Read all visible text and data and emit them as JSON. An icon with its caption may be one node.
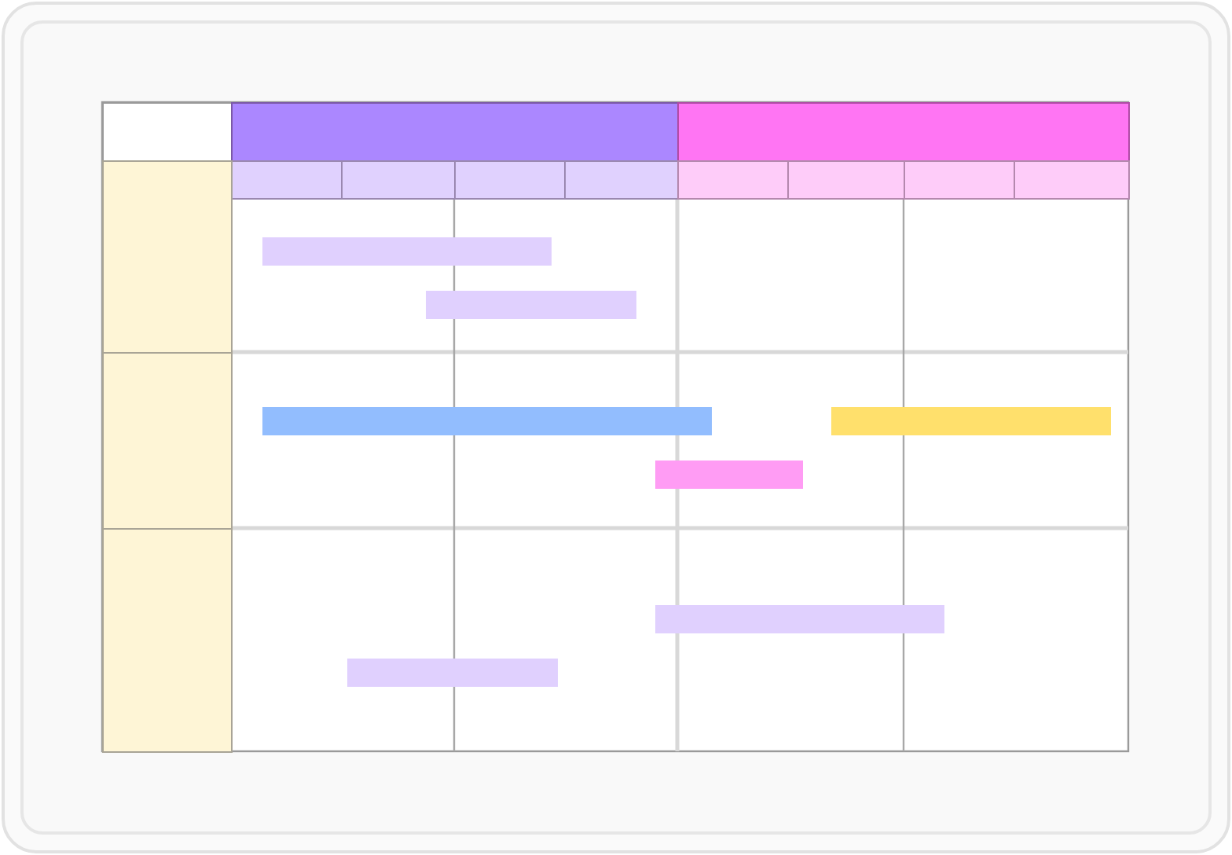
{
  "diagram": {
    "nodes": [
      {
        "text": [],
        "shape": "box"
      },
      {
        "text": [],
        "shape": "box"
      },
      {
        "text": [],
        "shape": "box"
      },
      {
        "text": [],
        "shape": "box"
      },
      {
        "text": [],
        "shape": "box"
      },
      {
        "text": [],
        "shape": "box"
      },
      {
        "text": [],
        "shape": "box"
      },
      {
        "text": [],
        "shape": "box"
      },
      {
        "text": [],
        "shape": "box"
      },
      {
        "text": [],
        "shape": "box"
      },
      {
        "text": [],
        "shape": "box"
      },
      {
        "text": [],
        "shape": "box"
      },
      {
        "text": [],
        "shape": "bar"
      },
      {
        "text": [],
        "shape": "bar"
      },
      {
        "text": [],
        "shape": "box"
      },
      {
        "text": [],
        "shape": "bar"
      },
      {
        "text": [],
        "shape": "bar"
      },
      {
        "text": [],
        "shape": "bar"
      },
      {
        "text": [],
        "shape": "box"
      },
      {
        "text": [],
        "shape": "bar"
      },
      {
        "text": [],
        "shape": "bar"
      }
    ]
  }
}
